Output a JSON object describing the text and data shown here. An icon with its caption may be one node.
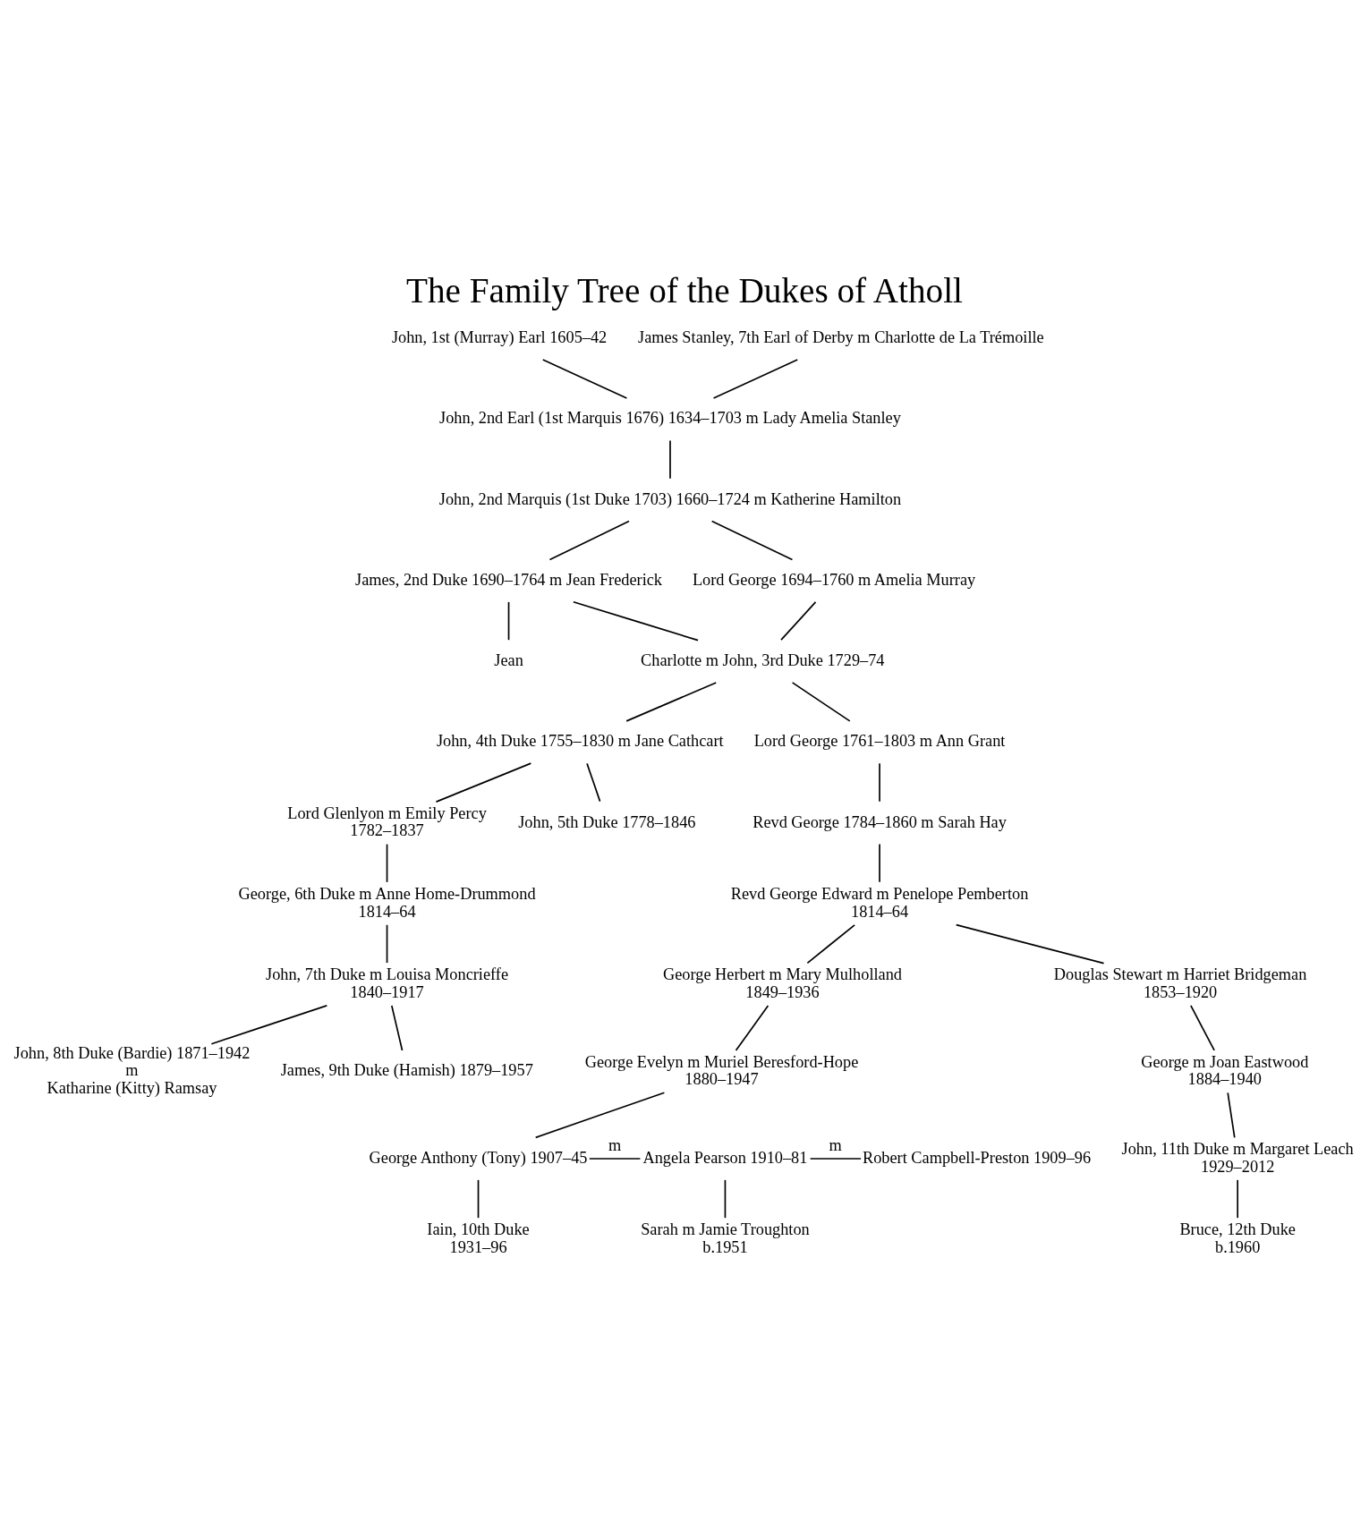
{
  "diagram": {
    "title": "The Family Tree of the Dukes of Atholl",
    "nodes": [
      {
        "text": [
          "John, 1st (Murray) Earl 1605–42"
        ]
      },
      {
        "text": [
          "James Stanley, 7th Earl of Derby m Charlotte de La Trémoille"
        ]
      },
      {
        "text": [
          "John, 2nd Earl (1st Marquis 1676) 1634–1703 m Lady Amelia Stanley"
        ]
      },
      {
        "text": [
          "John, 2nd Marquis (1st Duke 1703) 1660–1724 m Katherine Hamilton"
        ]
      },
      {
        "text": [
          "James, 2nd Duke 1690–1764 m Jean Frederick"
        ]
      },
      {
        "text": [
          "Lord George 1694–1760 m Amelia Murray"
        ]
      },
      {
        "text": [
          "Jean"
        ]
      },
      {
        "text": [
          "Charlotte m John, 3rd Duke 1729–74"
        ]
      },
      {
        "text": [
          "John, 4th Duke 1755–1830 m Jane Cathcart"
        ]
      },
      {
        "text": [
          "Lord George 1761–1803 m Ann Grant"
        ]
      },
      {
        "text": [
          "John, 5th Duke 1778–1846"
        ]
      },
      {
        "text": [
          "Lord Glenlyon m Emily Percy",
          "1782–1837"
        ]
      },
      {
        "text": [
          "Revd George 1784–1860 m Sarah Hay"
        ]
      },
      {
        "text": [
          "Revd George Edward m Penelope Pemberton",
          "1814–64"
        ]
      },
      {
        "text": [
          "George, 6th Duke m Anne Home-Drummond",
          "1814–64"
        ]
      },
      {
        "text": [
          "John, 7th Duke m Louisa Moncrieffe",
          "1840–1917"
        ]
      },
      {
        "text": [
          "George Herbert m Mary Mulholland",
          "1849–1936"
        ]
      },
      {
        "text": [
          "Douglas Stewart m Harriet Bridgeman",
          "1853–1920"
        ]
      },
      {
        "text": [
          "John, 8th Duke (Bardie) 1871–1942",
          "m",
          "Katharine (Kitty) Ramsay"
        ]
      },
      {
        "text": [
          "James, 9th Duke (Hamish) 1879–1957"
        ]
      },
      {
        "text": [
          "George Evelyn m Muriel Beresford-Hope",
          "1880–1947"
        ]
      },
      {
        "text": [
          "George m Joan Eastwood",
          "1884–1940"
        ]
      },
      {
        "text": [
          "George Anthony (Tony) 1907–45"
        ]
      },
      {
        "text": [
          "Angela Pearson 1910–81"
        ]
      },
      {
        "text": [
          "Robert Campbell-Preston 1909–96"
        ]
      },
      {
        "text": [
          "Iain, 10th Duke",
          "1931–96"
        ]
      },
      {
        "text": [
          "Sarah m Jamie Troughton",
          "b.1951"
        ]
      },
      {
        "text": [
          "John, 11th Duke m Margaret Leach",
          "1929–2012"
        ]
      },
      {
        "text": [
          "Bruce, 12th Duke",
          "b.1960"
        ]
      }
    ],
    "edges": [
      {
        "from": 0,
        "to": 2,
        "arrow": "none"
      },
      {
        "from": 1,
        "to": 2,
        "arrow": "none"
      },
      {
        "from": 2,
        "to": 3,
        "arrow": "none"
      },
      {
        "from": 3,
        "to": 4,
        "arrow": "none"
      },
      {
        "from": 3,
        "to": 5,
        "arrow": "none"
      },
      {
        "from": 4,
        "to": 6,
        "arrow": "none"
      },
      {
        "from": 4,
        "to": 7,
        "arrow": "none"
      },
      {
        "from": 5,
        "to": 7,
        "arrow": "none"
      },
      {
        "from": 7,
        "to": 8,
        "arrow": "none"
      },
      {
        "from": 7,
        "to": 9,
        "arrow": "none"
      },
      {
        "from": 8,
        "to": 10,
        "arrow": "none"
      },
      {
        "from": 8,
        "to": 11,
        "arrow": "none"
      },
      {
        "from": 9,
        "to": 12,
        "arrow": "none"
      },
      {
        "from": 12,
        "to": 13,
        "arrow": "none"
      },
      {
        "from": 11,
        "to": 14,
        "arrow": "none"
      },
      {
        "from": 14,
        "to": 15,
        "arrow": "none"
      },
      {
        "from": 13,
        "to": 16,
        "arrow": "none"
      },
      {
        "from": 13,
        "to": 17,
        "arrow": "none"
      },
      {
        "from": 15,
        "to": 18,
        "arrow": "none"
      },
      {
        "from": 15,
        "to": 19,
        "arrow": "none"
      },
      {
        "from": 16,
        "to": 20,
        "arrow": "none"
      },
      {
        "from": 17,
        "to": 21,
        "arrow": "none"
      },
      {
        "from": 20,
        "to": 22,
        "arrow": "none"
      },
      {
        "from": 21,
        "to": 27,
        "arrow": "none"
      },
      {
        "from": 27,
        "to": 28,
        "arrow": "none"
      },
      {
        "from": 22,
        "to": 23,
        "arrow": "none",
        "label": "m"
      },
      {
        "from": 23,
        "to": 24,
        "arrow": "none",
        "label": "m"
      },
      {
        "from": 22,
        "to": 25,
        "arrow": "none"
      },
      {
        "from": 23,
        "to": 26,
        "arrow": "none"
      }
    ]
  }
}
